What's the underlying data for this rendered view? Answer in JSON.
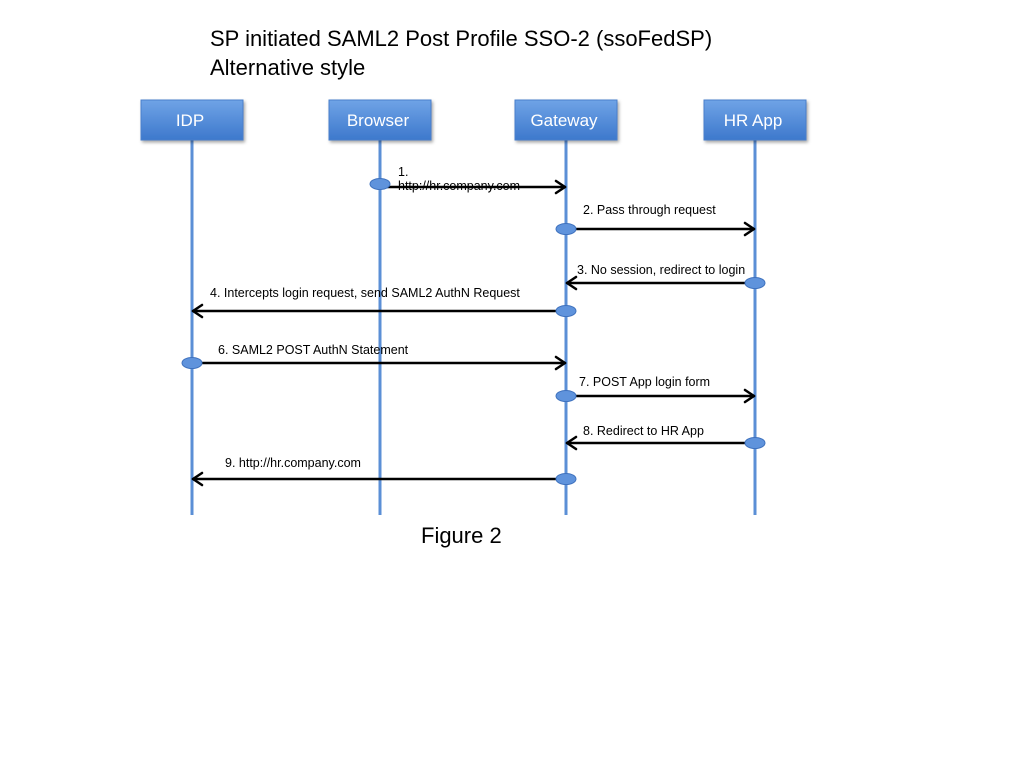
{
  "title": {
    "line1": "SP initiated SAML2 Post Profile SSO-2 (ssoFedSP)",
    "line2": "Alternative style"
  },
  "caption": "Figure 2",
  "colors": {
    "actor_fill_top": "#6fa3e6",
    "actor_fill_bottom": "#3d78cc",
    "lifeline": "#5b8fd6",
    "node": "#5f93dc",
    "arrow": "#000000"
  },
  "actors": [
    {
      "id": "idp",
      "label": "IDP"
    },
    {
      "id": "browser",
      "label": "Browser"
    },
    {
      "id": "gateway",
      "label": "Gateway"
    },
    {
      "id": "hrapp",
      "label": "HR App"
    }
  ],
  "messages": [
    {
      "from": "browser",
      "to": "gateway",
      "label": [
        "1.",
        "http://hr.company.com"
      ]
    },
    {
      "from": "gateway",
      "to": "hrapp",
      "label": [
        "2. Pass through request"
      ]
    },
    {
      "from": "hrapp",
      "to": "gateway",
      "label": [
        "3.  No session, redirect to login"
      ]
    },
    {
      "from": "gateway",
      "to": "idp",
      "label": [
        "4.  Intercepts login request, send SAML2 AuthN Request"
      ]
    },
    {
      "from": "idp",
      "to": "gateway",
      "label": [
        "6.  SAML2 POST AuthN Statement"
      ]
    },
    {
      "from": "gateway",
      "to": "hrapp",
      "label": [
        "7. POST App login form"
      ]
    },
    {
      "from": "hrapp",
      "to": "gateway",
      "label": [
        "8.  Redirect to HR App"
      ]
    },
    {
      "from": "gateway",
      "to": "idp",
      "label": [
        "9.  http://hr.company.com"
      ]
    }
  ]
}
